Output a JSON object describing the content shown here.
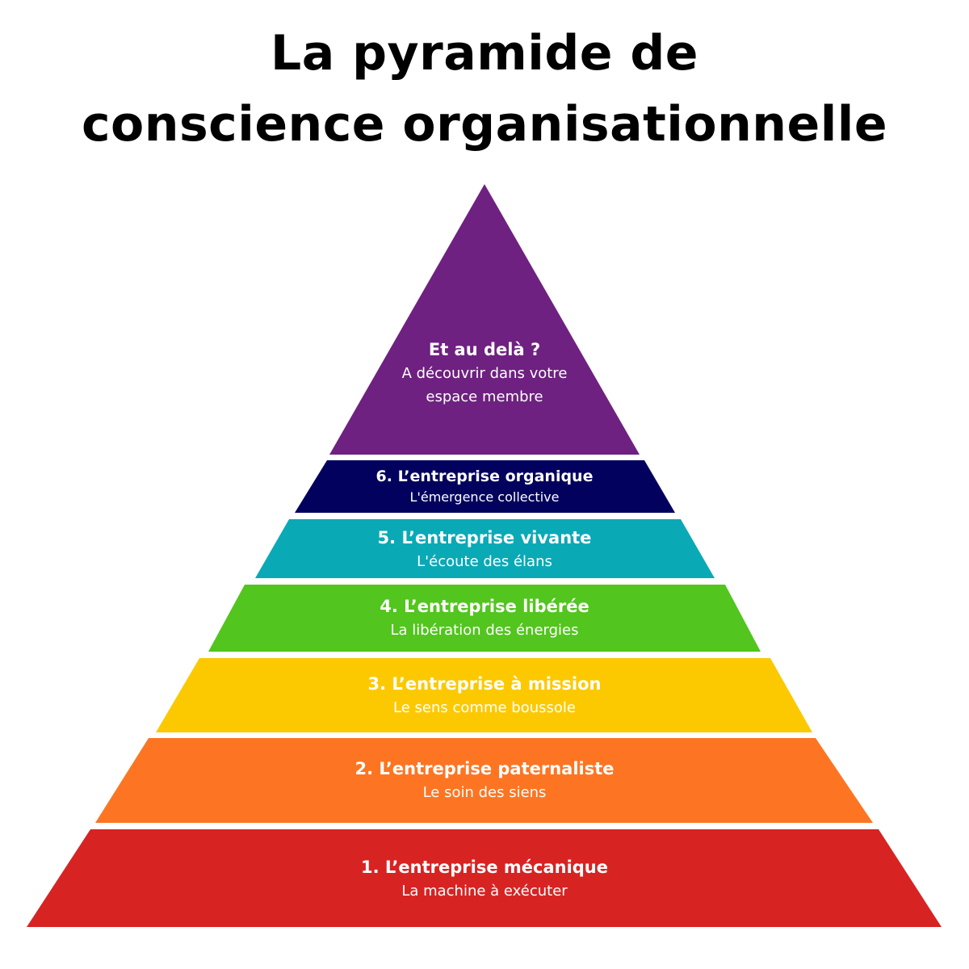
{
  "title": {
    "line1": "La pyramide de",
    "line2": "conscience organisationnelle"
  },
  "apex": {
    "title": "Et au delà ?",
    "subtitle_line1": "A découvrir dans votre",
    "subtitle_line2": "espace membre",
    "color": "#6E2180"
  },
  "levels": [
    {
      "title": "6. L’entreprise organique",
      "subtitle": "L'émergence collective",
      "color": "#02025E"
    },
    {
      "title": "5. L’entreprise vivante",
      "subtitle": "L'écoute des élans",
      "color": "#0AA9B6"
    },
    {
      "title": "4. L’entreprise libérée",
      "subtitle": "La libération des énergies",
      "color": "#52C51E"
    },
    {
      "title": "3. L’entreprise à mission",
      "subtitle": "Le sens comme boussole",
      "color": "#FCC900"
    },
    {
      "title": "2. L’entreprise paternaliste",
      "subtitle": "Le soin des siens",
      "color": "#FD7522"
    },
    {
      "title": "1. L’entreprise mécanique",
      "subtitle": "La machine à exécuter",
      "color": "#D82323"
    }
  ]
}
